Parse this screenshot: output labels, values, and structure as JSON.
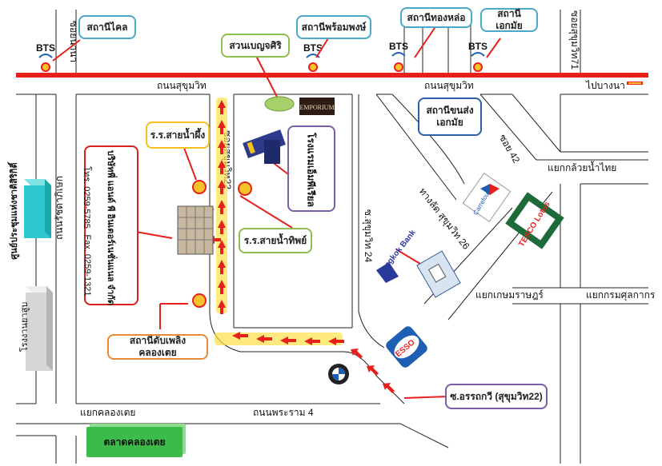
{
  "bts_label": "BTS",
  "bts_stations": [
    {
      "name": "สถานีไคล"
    },
    {
      "name": "สถานีพร้อมพงษ์"
    },
    {
      "name": "สถานีทองหล่อ"
    },
    {
      "name": "สถานีเอกมัย"
    }
  ],
  "roads": {
    "sukhumvit_left": "ถนนสุขุมวิท",
    "sukhumvit_right": "ถนนสุขุมวิท",
    "to_bangna": "ไปบางนา",
    "rama4": "ถนนพระราม 4",
    "klong_toei_jct": "แยกคลองเตย",
    "kluay_nam_thai_jct": "แยกกล้วยน้ำไทย",
    "kasem_rat_jct": "แยกเกษมราษฎร์",
    "krom_sungkakon_jct": "แยกกรมศุลกากร",
    "ratchadaphisek": "ถนนรัชดาภิเษก",
    "nana": "ซอยนานา",
    "sukhumvit_22": "ซอยสุขุมวิท22",
    "sukhumvit_24": "ซ.สุขุมวิท 24",
    "sukhumvit_26": "ทางลัด สุขุมวิท 26",
    "sukhumvit_42": "ซอย 42",
    "sukhumvit_71": "ซอยสุขุมวิท71"
  },
  "places": {
    "benjasiri_park": "สวนเบญจศิริ",
    "emporium": "EMPORIUM",
    "ekkamai_bus": "สถานีขนส่งเอกมัย",
    "school_1": "ร.ร.สายน้ำผึ้ง",
    "school_2": "ร.ร.สายน้ำทิพย์",
    "hotel": "โรงแรมเอ็มพีเรียล",
    "company_name": "บริษัทพี่ แอนด์ พี อินเตอร์เนชั่นแนล จำกัด",
    "company_phone": "โทร. 0259-5785",
    "company_fax": "Fax. 0259-1321",
    "gas_station": "สถานีดับเพลิงคลองเตย",
    "soi_arakhawi": "ซ.อรรถกวี (สุขุมวิท22)",
    "klong_toei_market": "ตลาดคลองเตย",
    "qsncc": "ศูนย์ประชุมแห่งชาติสิริกิติ์",
    "tobacco": "โรงงานยาสูบ",
    "bangkok_bank": "Bangkok Bank",
    "carrefour": "Carrefour",
    "tesco": "TESCO Lotus",
    "esso": "ESSO",
    "bmw": "BMW"
  },
  "colors": {
    "bts_line": "#e8201c",
    "route_arrow": "#e8201c",
    "route_glow": "#ffe14a",
    "school_dot": "#f6c32a",
    "box_teal": "#4aa8c9",
    "box_green": "#8fbf4e",
    "box_purple": "#7b5ea8",
    "box_yellow": "#f2c21b",
    "box_red": "#d9201c",
    "box_orange": "#e98a3a",
    "market_green": "#3dbb4a"
  }
}
